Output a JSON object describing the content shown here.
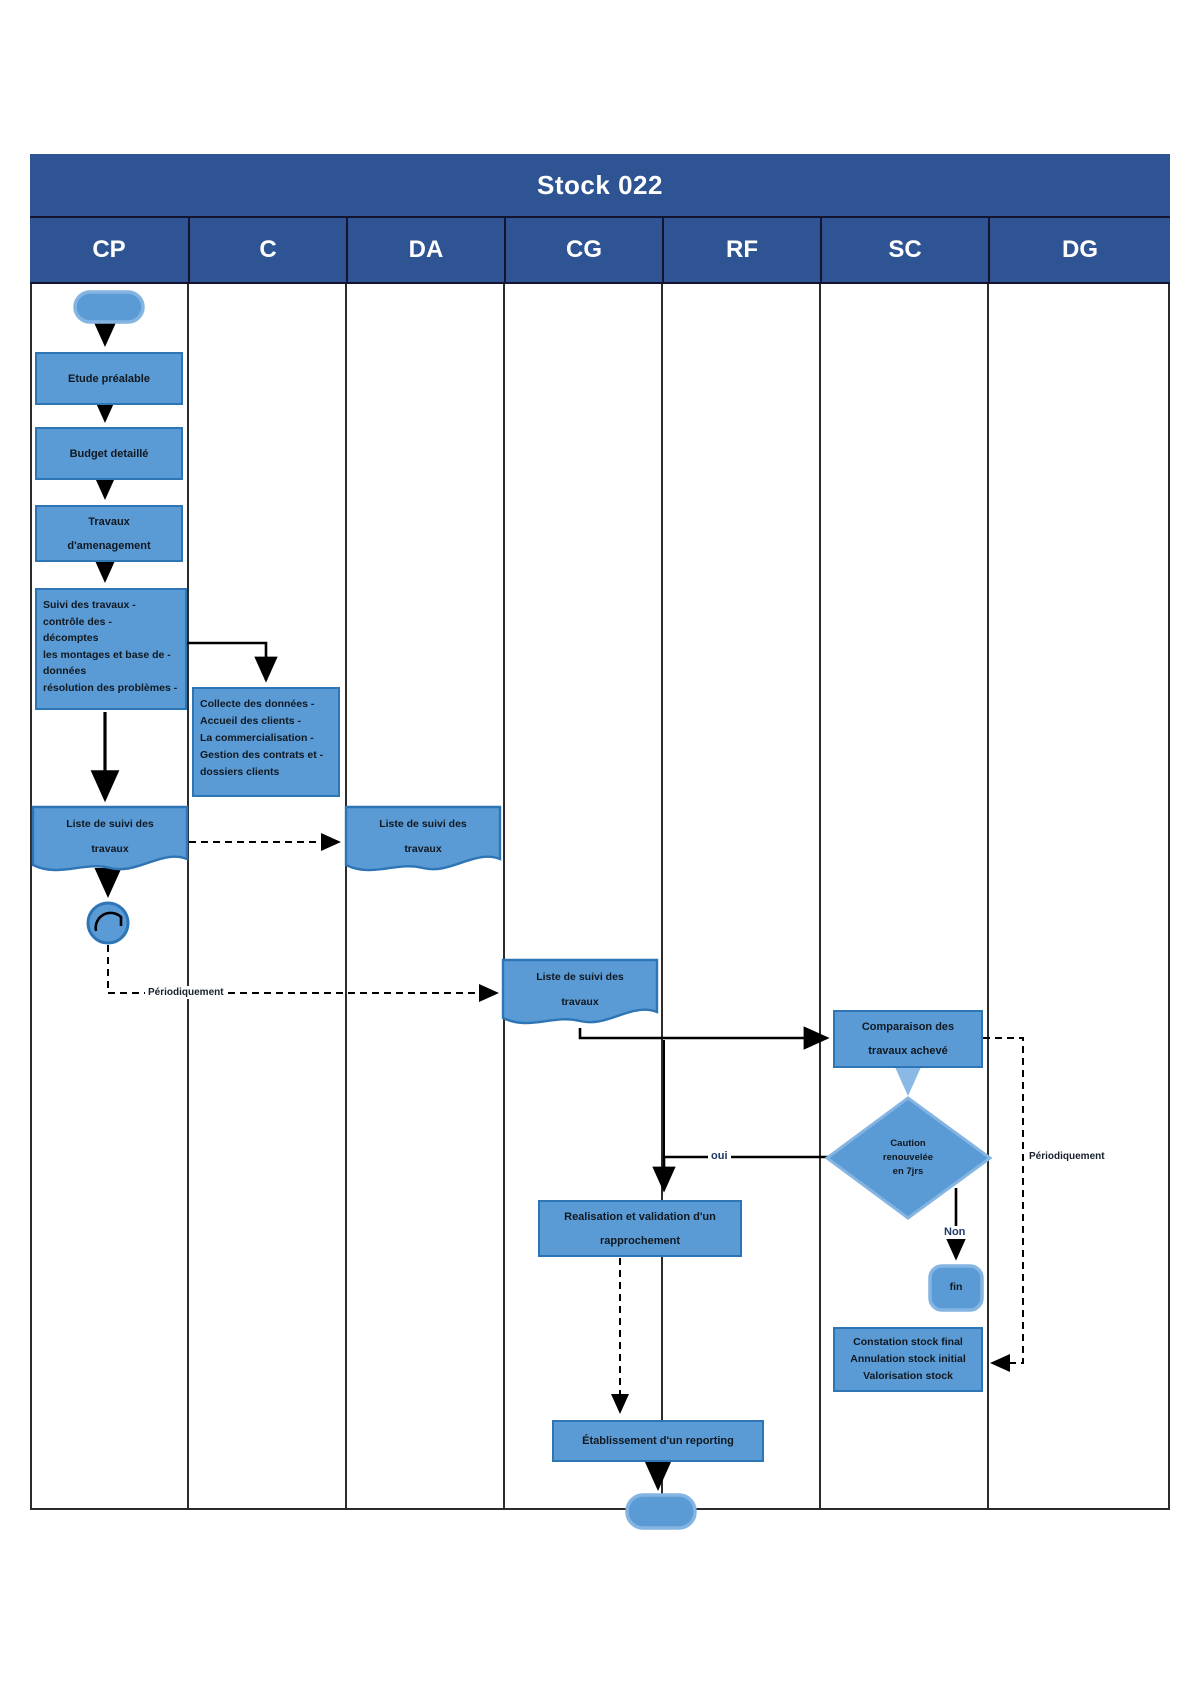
{
  "title": "Stock 022",
  "lanes": [
    {
      "label": "CP"
    },
    {
      "label": "C"
    },
    {
      "label": "DA"
    },
    {
      "label": "CG"
    },
    {
      "label": "RF"
    },
    {
      "label": "SC"
    },
    {
      "label": "DG"
    }
  ],
  "nodes": {
    "etude": {
      "lines": [
        "Etude préalable"
      ]
    },
    "budget": {
      "lines": [
        "Budget detaillé"
      ]
    },
    "travaux": {
      "lines": [
        "Travaux",
        "d'amenagement"
      ]
    },
    "suivi": {
      "lines": [
        "Suivi des travaux -",
        "contrôle des -",
        "décomptes",
        "les montages et base de -",
        "données",
        "résolution des problèmes -"
      ]
    },
    "collecte": {
      "lines": [
        "Collecte des données -",
        "Accueil des clients -",
        "La commercialisation -",
        "Gestion des contrats et -",
        "dossiers clients"
      ]
    },
    "doc_cp": {
      "lines": [
        "Liste de suivi des",
        "travaux"
      ]
    },
    "doc_da": {
      "lines": [
        "Liste de suivi des",
        "travaux"
      ]
    },
    "doc_cg": {
      "lines": [
        "Liste de suivi des",
        "travaux"
      ]
    },
    "comparaison": {
      "lines": [
        "Comparaison des",
        "travaux achevé"
      ]
    },
    "decision": {
      "lines": [
        "Caution",
        "renouvelée",
        "en 7jrs"
      ]
    },
    "realisation": {
      "lines": [
        "Realisation et validation d'un",
        "rapprochement"
      ]
    },
    "fin": {
      "label": "fin"
    },
    "constation": {
      "lines": [
        "Constation stock final",
        "Annulation stock initial",
        "Valorisation stock"
      ]
    },
    "reporting": {
      "lines": [
        "Établissement d'un reporting"
      ]
    }
  },
  "edge_labels": {
    "oui": "oui",
    "non": "Non",
    "periodic_left": "Périodiquement",
    "periodic_right": "Périodiquement"
  },
  "colors": {
    "band": "#2e5494",
    "shape_fill": "#5b9bd5",
    "shape_border": "#2e75b6",
    "round_border": "#84b4e2",
    "light_arrow": "#8ab9e6"
  }
}
